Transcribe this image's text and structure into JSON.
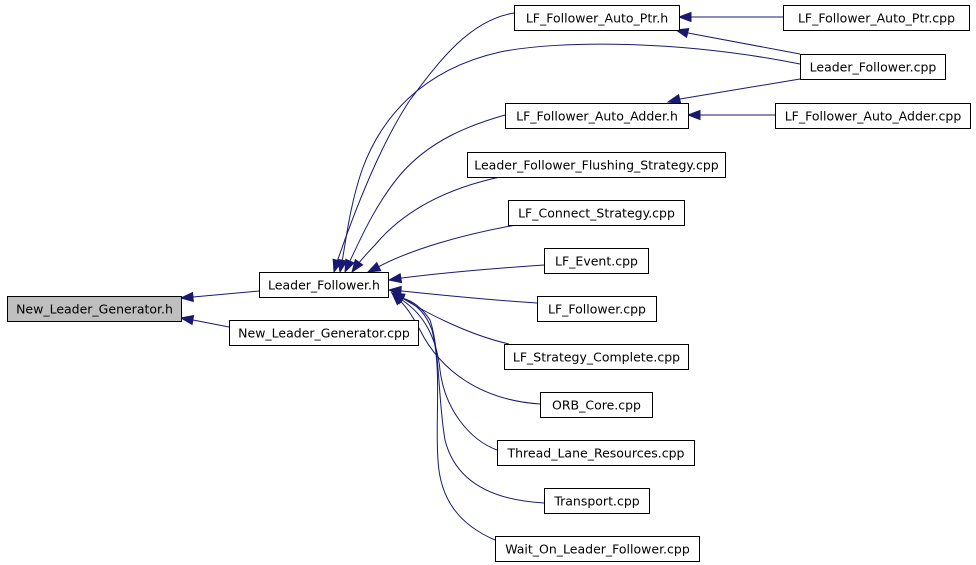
{
  "graph": {
    "type": "include-dependency-graph",
    "direction": "right-to-left",
    "colors": {
      "edge": "#191970",
      "node_border": "#000000",
      "node_fill": "#ffffff",
      "root_fill": "#bfbfbf",
      "text": "#000000"
    },
    "nodes": [
      {
        "id": "nlg_h",
        "label": "New_Leader_Generator.h",
        "root": true
      },
      {
        "id": "lf_h",
        "label": "Leader_Follower.h"
      },
      {
        "id": "nlg_cpp",
        "label": "New_Leader_Generator.cpp"
      },
      {
        "id": "lfap_h",
        "label": "LF_Follower_Auto_Ptr.h"
      },
      {
        "id": "lfap_cpp",
        "label": "LF_Follower_Auto_Ptr.cpp"
      },
      {
        "id": "lf_cpp",
        "label": "Leader_Follower.cpp"
      },
      {
        "id": "lfaa_h",
        "label": "LF_Follower_Auto_Adder.h"
      },
      {
        "id": "lfaa_cpp",
        "label": "LF_Follower_Auto_Adder.cpp"
      },
      {
        "id": "lffs_cpp",
        "label": "Leader_Follower_Flushing_Strategy.cpp"
      },
      {
        "id": "lfcs_cpp",
        "label": "LF_Connect_Strategy.cpp"
      },
      {
        "id": "lfev_cpp",
        "label": "LF_Event.cpp"
      },
      {
        "id": "lff_cpp",
        "label": "LF_Follower.cpp"
      },
      {
        "id": "lfsc_cpp",
        "label": "LF_Strategy_Complete.cpp"
      },
      {
        "id": "orb_cpp",
        "label": "ORB_Core.cpp"
      },
      {
        "id": "tlr_cpp",
        "label": "Thread_Lane_Resources.cpp"
      },
      {
        "id": "tr_cpp",
        "label": "Transport.cpp"
      },
      {
        "id": "wolf_cpp",
        "label": "Wait_On_Leader_Follower.cpp"
      }
    ],
    "edges": [
      {
        "from": "lf_h",
        "to": "nlg_h"
      },
      {
        "from": "nlg_cpp",
        "to": "nlg_h"
      },
      {
        "from": "lfap_h",
        "to": "lf_h"
      },
      {
        "from": "lf_cpp",
        "to": "lf_h"
      },
      {
        "from": "lfaa_h",
        "to": "lf_h"
      },
      {
        "from": "lffs_cpp",
        "to": "lf_h"
      },
      {
        "from": "lfcs_cpp",
        "to": "lf_h"
      },
      {
        "from": "lfev_cpp",
        "to": "lf_h"
      },
      {
        "from": "lff_cpp",
        "to": "lf_h"
      },
      {
        "from": "lfsc_cpp",
        "to": "lf_h"
      },
      {
        "from": "orb_cpp",
        "to": "lf_h"
      },
      {
        "from": "tlr_cpp",
        "to": "lf_h"
      },
      {
        "from": "tr_cpp",
        "to": "lf_h"
      },
      {
        "from": "wolf_cpp",
        "to": "lf_h"
      },
      {
        "from": "lfap_cpp",
        "to": "lfap_h"
      },
      {
        "from": "lf_cpp",
        "to": "lfap_h"
      },
      {
        "from": "lf_cpp",
        "to": "lfaa_h"
      },
      {
        "from": "lfaa_cpp",
        "to": "lfaa_h"
      }
    ]
  }
}
